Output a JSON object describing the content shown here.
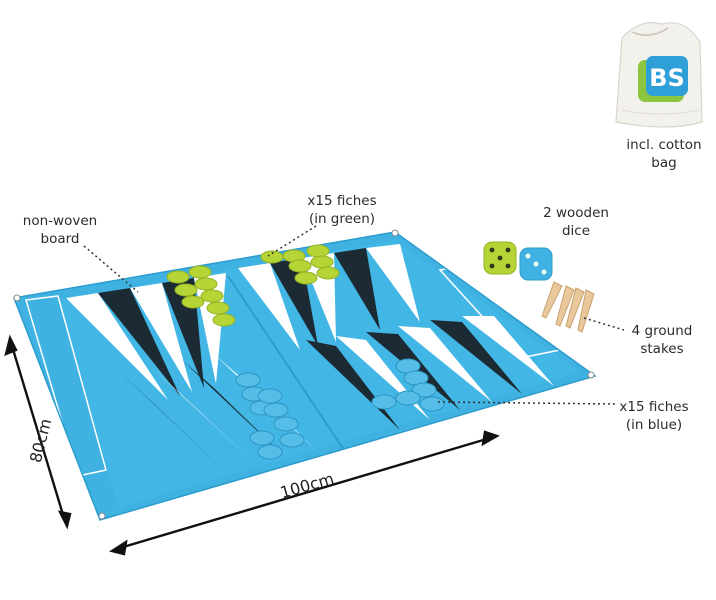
{
  "labels": {
    "bag": "incl. cotton\nbag",
    "board": "non-woven\nboard",
    "green": "x15 fiches\n(in green)",
    "dice": "2 wooden\ndice",
    "stakes": "4 ground\nstakes",
    "blue": "x15 fiches\n(in blue)",
    "width": "100cm",
    "height": "80cm"
  },
  "logo": {
    "text": "BS"
  },
  "icons": [
    "cotton-bag-icon",
    "backgammon-board-icon",
    "green-dice-icon",
    "blue-dice-icon",
    "ground-stake-icon"
  ],
  "colors": {
    "board": "#3fb2e2",
    "board_dark": "#2c9ccd",
    "triangle_dark": "#1c2a33",
    "triangle_light": "#ffffff",
    "green_fiche": "#b5d435",
    "blue_fiche": "#55bde8",
    "logo_blue": "#2f9fd8",
    "logo_green": "#8cc63f"
  }
}
